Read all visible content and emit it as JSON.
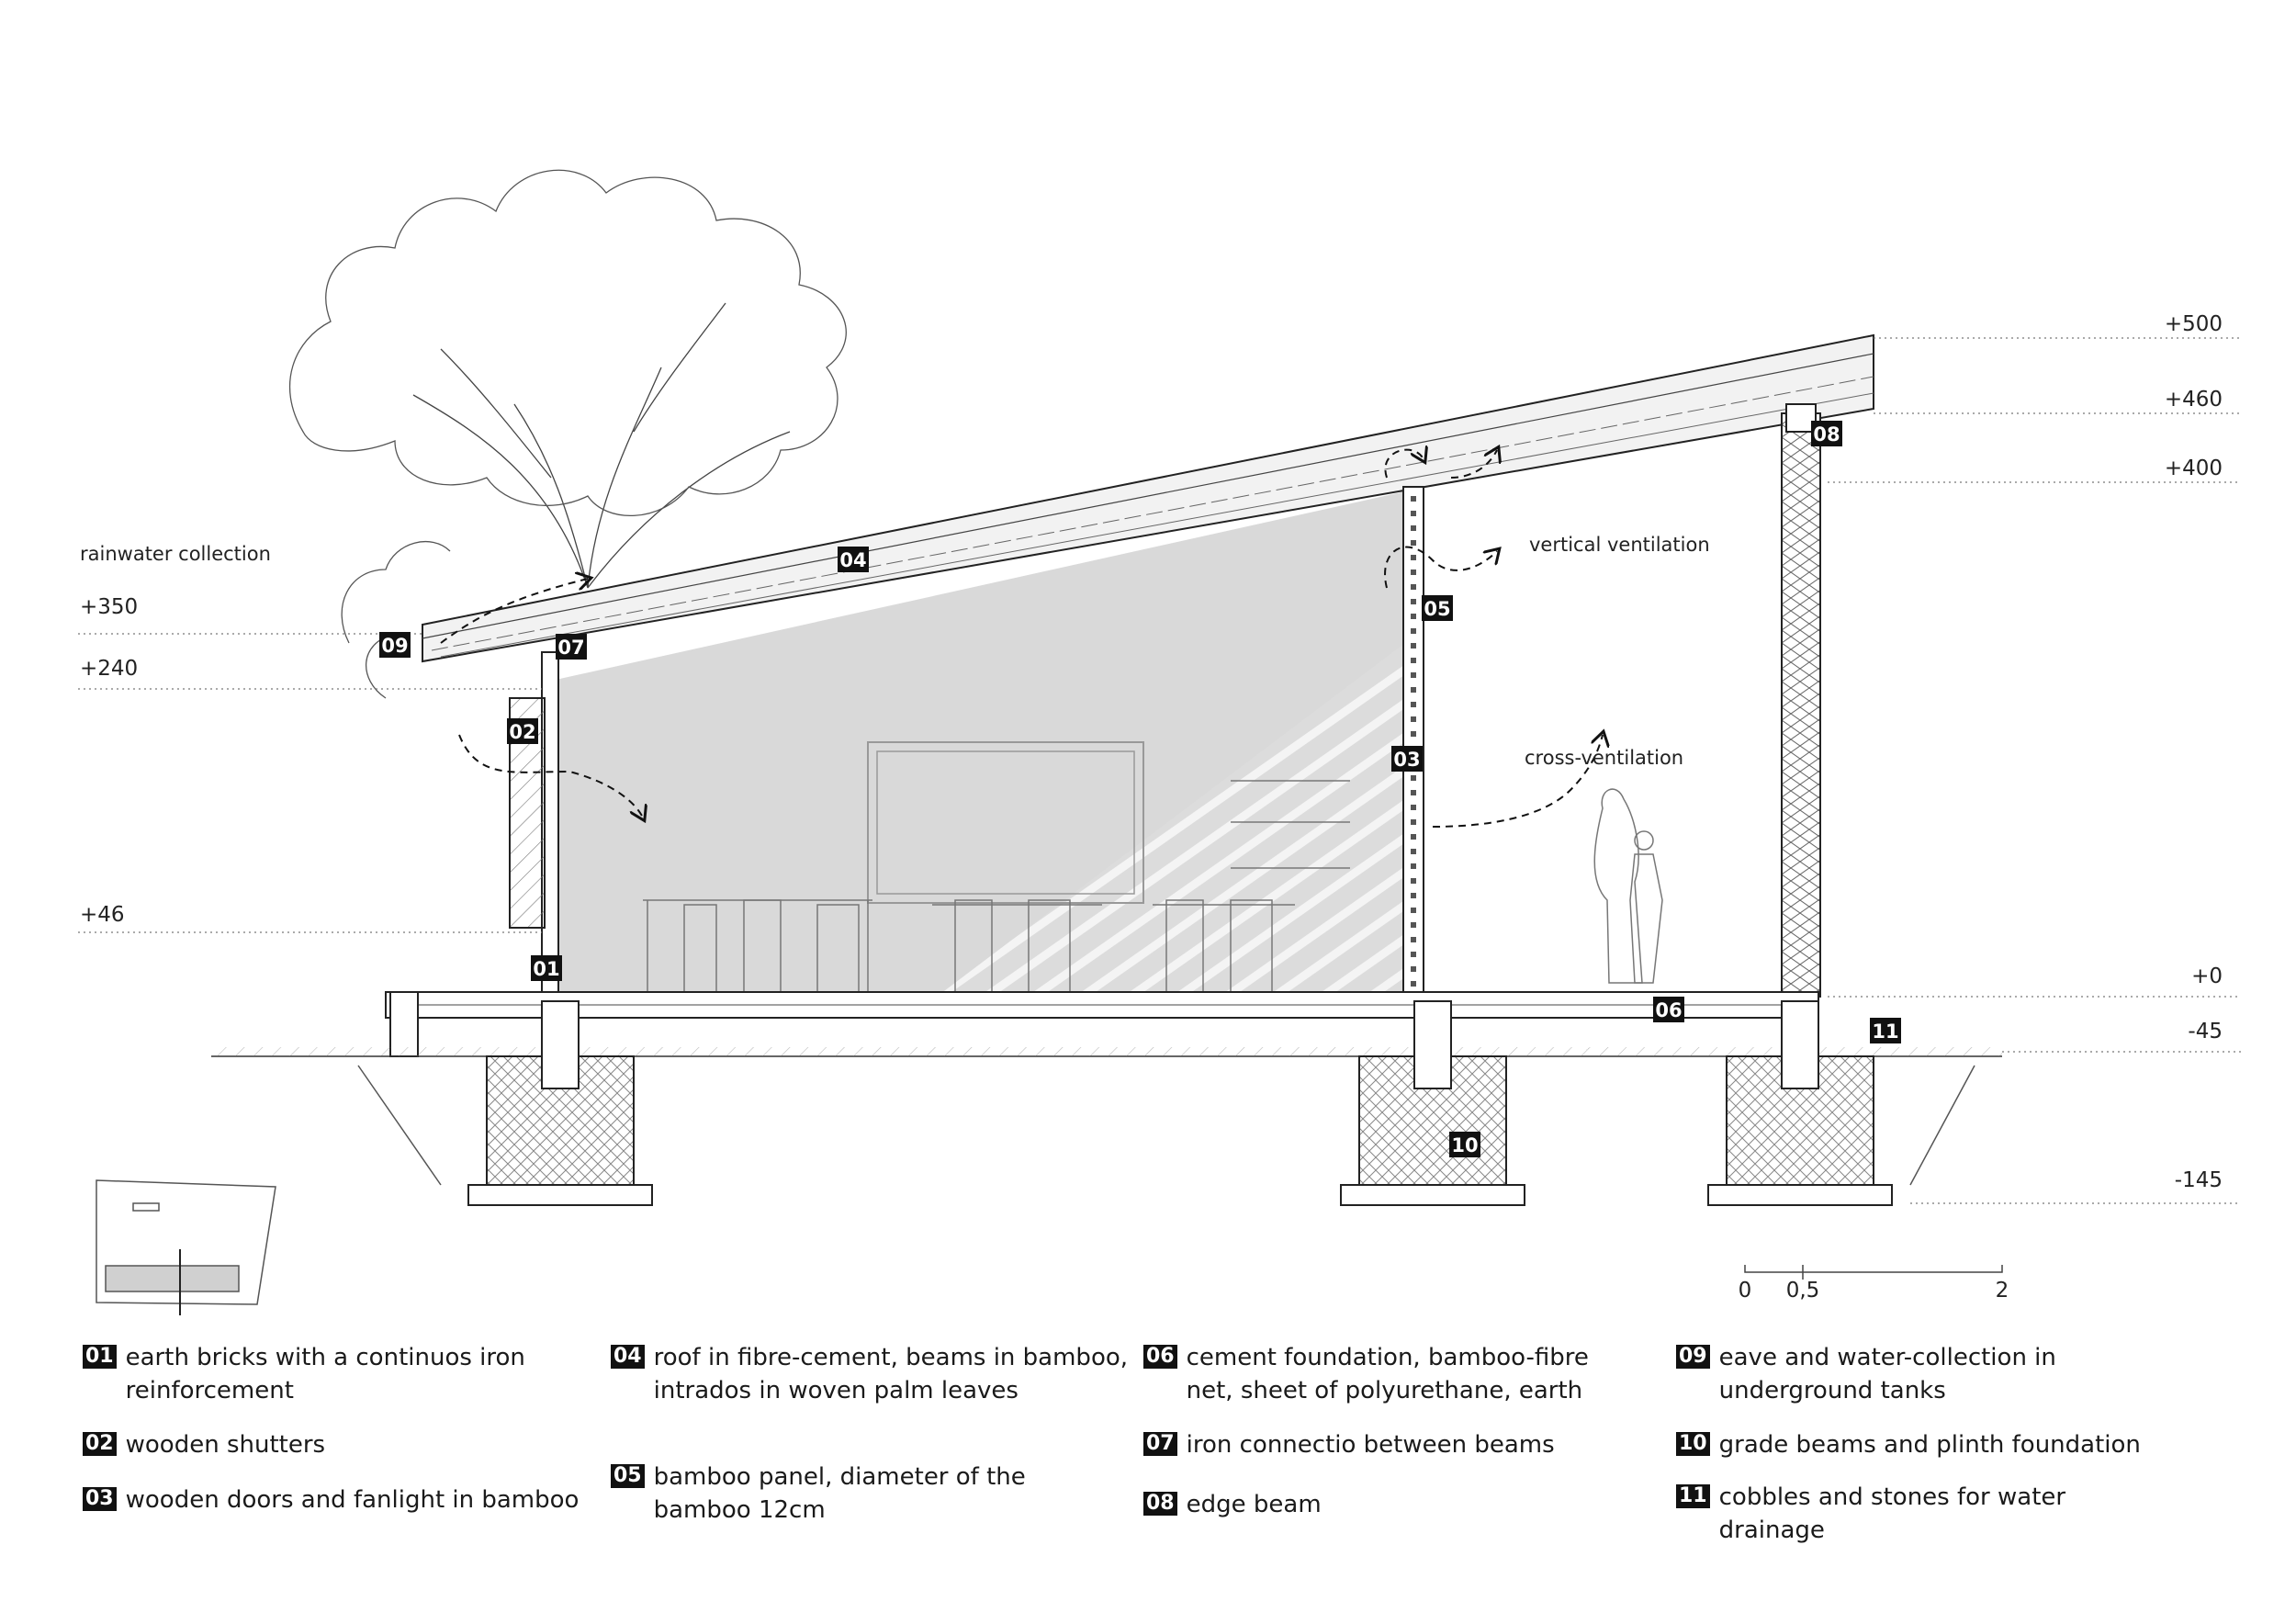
{
  "levels": [
    "+500",
    "+460",
    "+400",
    "+350",
    "+240",
    "+46",
    "+0",
    "-45",
    "-145"
  ],
  "annotations": {
    "rainwater": "rainwater collection",
    "vertical_ventilation": "vertical ventilation",
    "cross_ventilation": "cross-ventilation"
  },
  "scale_bar": {
    "labels": [
      "0",
      "0,5",
      "2"
    ]
  },
  "tags": [
    "01",
    "02",
    "03",
    "04",
    "05",
    "06",
    "07",
    "08",
    "09",
    "10",
    "11"
  ],
  "legend": [
    {
      "num": "01",
      "text": "earth bricks with a continuos iron\nreinforcement"
    },
    {
      "num": "02",
      "text": "wooden shutters"
    },
    {
      "num": "03",
      "text": "wooden doors and fanlight in bamboo"
    },
    {
      "num": "04",
      "text": "roof in fibre-cement, beams in bamboo,\nintrados in woven palm leaves"
    },
    {
      "num": "05",
      "text": "bamboo panel, diameter of the\nbamboo 12cm"
    },
    {
      "num": "06",
      "text": "cement foundation, bamboo-fibre\nnet, sheet of polyurethane, earth"
    },
    {
      "num": "07",
      "text": "iron connectio between beams"
    },
    {
      "num": "08",
      "text": "edge beam"
    },
    {
      "num": "09",
      "text": "eave and water-collection in\nunderground tanks"
    },
    {
      "num": "10",
      "text": "grade beams and plinth foundation"
    },
    {
      "num": "11",
      "text": "cobbles and stones for water\ndrainage"
    }
  ]
}
